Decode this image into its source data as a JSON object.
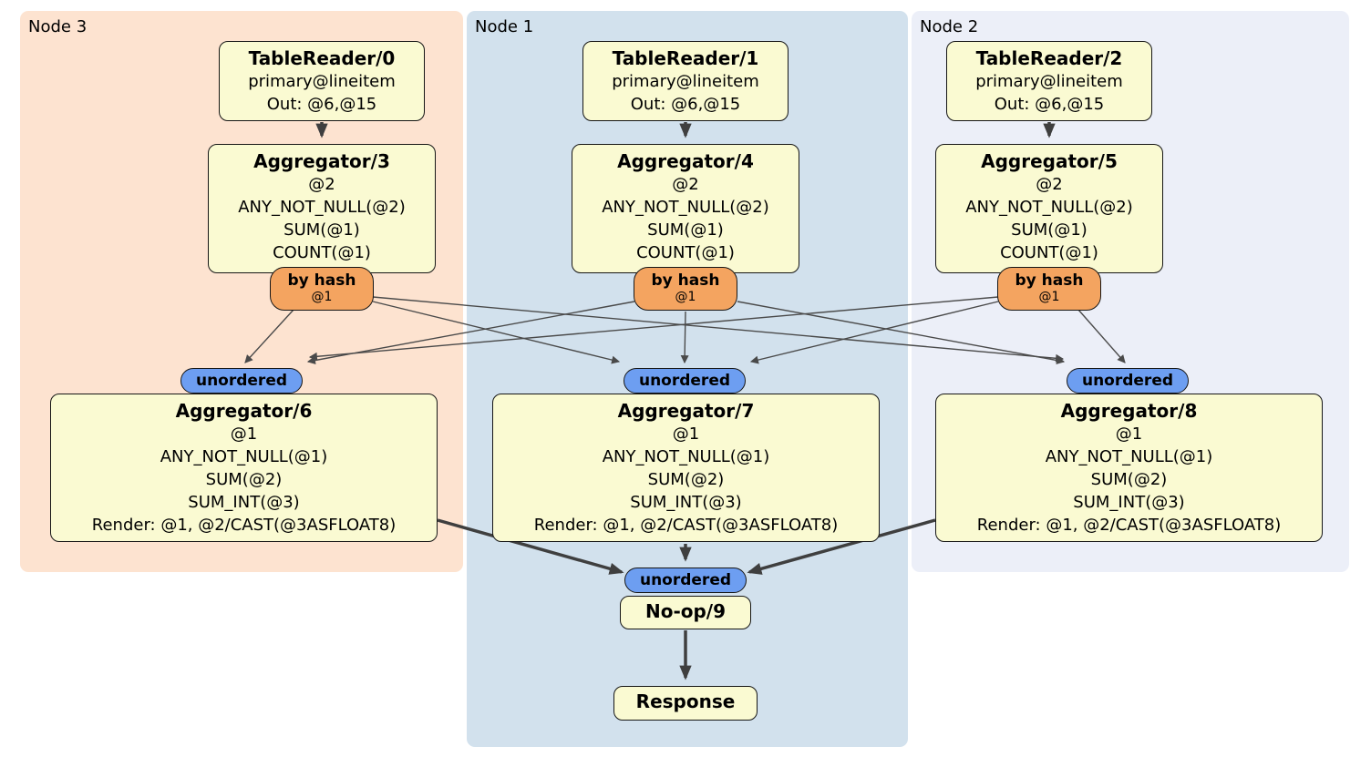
{
  "regions": [
    {
      "label": "Node 3",
      "bg": "#FDE3D0"
    },
    {
      "label": "Node 1",
      "bg": "#D2E1ED"
    },
    {
      "label": "Node 2",
      "bg": "#ECEFF8"
    }
  ],
  "processors": [
    {
      "name": "TableReader/0",
      "node": "Node 3",
      "details": [
        "primary@lineitem",
        "Out: @6,@15"
      ]
    },
    {
      "name": "TableReader/1",
      "node": "Node 1",
      "details": [
        "primary@lineitem",
        "Out: @6,@15"
      ]
    },
    {
      "name": "TableReader/2",
      "node": "Node 2",
      "details": [
        "primary@lineitem",
        "Out: @6,@15"
      ]
    },
    {
      "name": "Aggregator/3",
      "node": "Node 3",
      "details": [
        "@2",
        "ANY_NOT_NULL(@2)",
        "SUM(@1)",
        "COUNT(@1)"
      ]
    },
    {
      "name": "Aggregator/4",
      "node": "Node 1",
      "details": [
        "@2",
        "ANY_NOT_NULL(@2)",
        "SUM(@1)",
        "COUNT(@1)"
      ]
    },
    {
      "name": "Aggregator/5",
      "node": "Node 2",
      "details": [
        "@2",
        "ANY_NOT_NULL(@2)",
        "SUM(@1)",
        "COUNT(@1)"
      ]
    },
    {
      "name": "Aggregator/6",
      "node": "Node 3",
      "details": [
        "@1",
        "ANY_NOT_NULL(@1)",
        "SUM(@2)",
        "SUM_INT(@3)",
        "Render: @1, @2/CAST(@3ASFLOAT8)"
      ]
    },
    {
      "name": "Aggregator/7",
      "node": "Node 1",
      "details": [
        "@1",
        "ANY_NOT_NULL(@1)",
        "SUM(@2)",
        "SUM_INT(@3)",
        "Render: @1, @2/CAST(@3ASFLOAT8)"
      ]
    },
    {
      "name": "Aggregator/8",
      "node": "Node 2",
      "details": [
        "@1",
        "ANY_NOT_NULL(@1)",
        "SUM(@2)",
        "SUM_INT(@3)",
        "Render: @1, @2/CAST(@3ASFLOAT8)"
      ]
    },
    {
      "name": "No-op/9",
      "node": "Node 1",
      "details": []
    },
    {
      "name": "Response",
      "node": "Node 1",
      "details": []
    }
  ],
  "routers": [
    {
      "label": "by hash",
      "detail": "@1",
      "node": "Node 3"
    },
    {
      "label": "by hash",
      "detail": "@1",
      "node": "Node 1"
    },
    {
      "label": "by hash",
      "detail": "@1",
      "node": "Node 2"
    }
  ],
  "streams": [
    {
      "label": "unordered",
      "node": "Node 3"
    },
    {
      "label": "unordered",
      "node": "Node 1"
    },
    {
      "label": "unordered",
      "node": "Node 2"
    },
    {
      "label": "unordered",
      "node": "Node 1"
    }
  ],
  "edges": [
    {
      "from": "TableReader/0",
      "to": "Aggregator/3",
      "style": "thick"
    },
    {
      "from": "TableReader/1",
      "to": "Aggregator/4",
      "style": "thick"
    },
    {
      "from": "TableReader/2",
      "to": "Aggregator/5",
      "style": "thick"
    },
    {
      "from": "Aggregator/3 by hash",
      "to": "Aggregator/6 unordered",
      "style": "thin"
    },
    {
      "from": "Aggregator/3 by hash",
      "to": "Aggregator/7 unordered",
      "style": "thin"
    },
    {
      "from": "Aggregator/3 by hash",
      "to": "Aggregator/8 unordered",
      "style": "thin"
    },
    {
      "from": "Aggregator/4 by hash",
      "to": "Aggregator/6 unordered",
      "style": "thin"
    },
    {
      "from": "Aggregator/4 by hash",
      "to": "Aggregator/7 unordered",
      "style": "thin"
    },
    {
      "from": "Aggregator/4 by hash",
      "to": "Aggregator/8 unordered",
      "style": "thin"
    },
    {
      "from": "Aggregator/5 by hash",
      "to": "Aggregator/6 unordered",
      "style": "thin"
    },
    {
      "from": "Aggregator/5 by hash",
      "to": "Aggregator/7 unordered",
      "style": "thin"
    },
    {
      "from": "Aggregator/5 by hash",
      "to": "Aggregator/8 unordered",
      "style": "thin"
    },
    {
      "from": "Aggregator/6",
      "to": "No-op/9 unordered",
      "style": "thick"
    },
    {
      "from": "Aggregator/7",
      "to": "No-op/9 unordered",
      "style": "thick"
    },
    {
      "from": "Aggregator/8",
      "to": "No-op/9 unordered",
      "style": "thick"
    },
    {
      "from": "No-op/9",
      "to": "Response",
      "style": "thick"
    }
  ],
  "colors": {
    "node3_bg": "#FDE3D0",
    "node1_bg": "#D2E1ED",
    "node2_bg": "#ECEFF8",
    "processor_fill": "#FAFAD2",
    "router_fill": "#F4A460",
    "stream_fill": "#6D9EF1",
    "box_border": "#161616",
    "edge_color": "#3F3F3F"
  }
}
